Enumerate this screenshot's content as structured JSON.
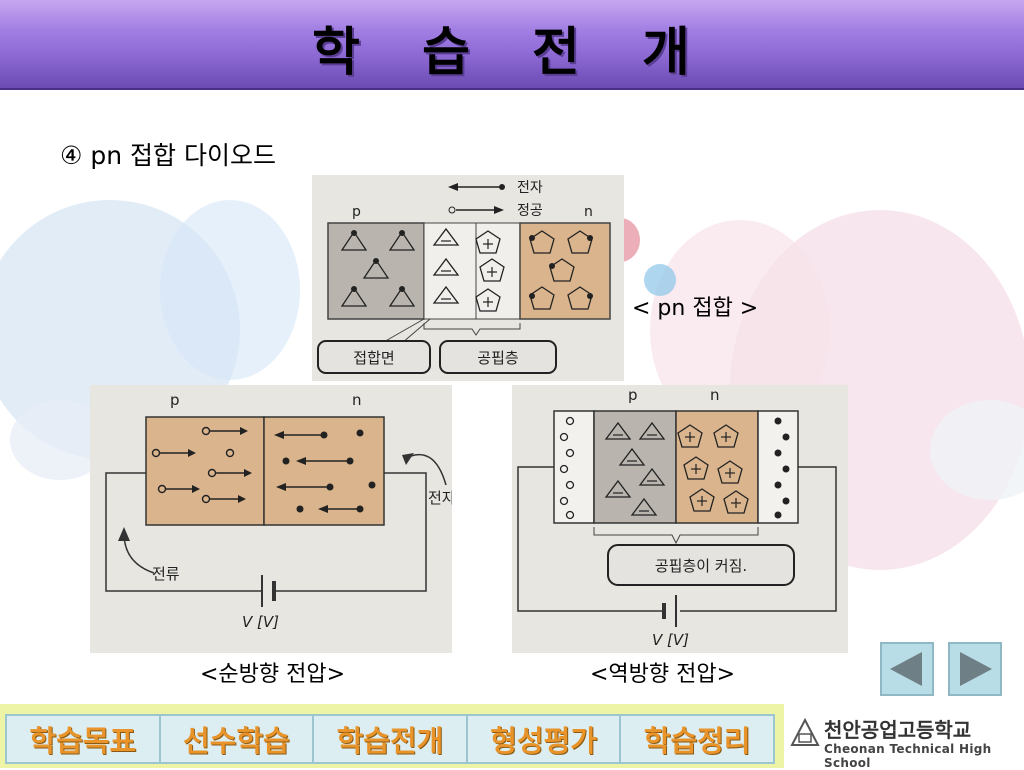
{
  "header": {
    "title": "학 습 전 개"
  },
  "subtitle": "④ pn 접합 다이오드",
  "fig_pn": {
    "legend_electron": "전자",
    "legend_hole": "정공",
    "label_p": "p",
    "label_n": "n",
    "callout_junction": "접합면",
    "callout_depletion": "공핍층"
  },
  "caption_pn": "< pn 접합 >",
  "fig_forward": {
    "label_p": "p",
    "label_n": "n",
    "electron_label": "전자",
    "current_label": "전류",
    "voltage_label": "V [V]"
  },
  "fig_reverse": {
    "label_p": "p",
    "label_n": "n",
    "callout": "공핍층이 커짐.",
    "voltage_label": "V [V]"
  },
  "caption_forward": "<순방향 전압>",
  "caption_reverse": "<역방향 전압>",
  "nav": {
    "prev": "previous",
    "next": "next"
  },
  "menu": {
    "items": [
      "학습목표",
      "선수학습",
      "학습전개",
      "형성평가",
      "학습정리"
    ]
  },
  "logo": {
    "name": "천안공업고등학교",
    "english": "Cheonan Technical High School"
  },
  "colors": {
    "header": "#9d7ce0",
    "menu_text": "#e8942a",
    "footer": "#eef4a6",
    "nav_button": "#b9dde6"
  }
}
